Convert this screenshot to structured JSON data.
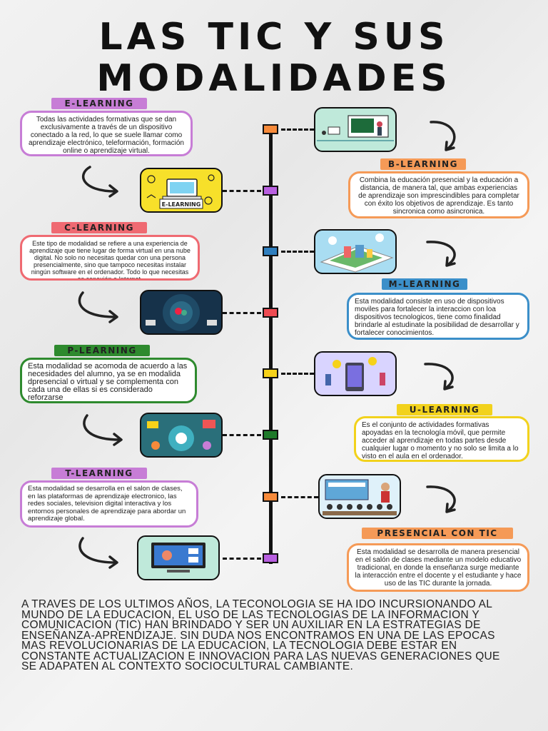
{
  "title": {
    "line1": "LAS TIC Y SUS",
    "line2": "MODALIDADES"
  },
  "sections": [
    {
      "tag": "E-LEARNING",
      "text": "Todas las actividades formativas que se dan exclusivamente a través de un dispositivo conectado a la red, lo que se suele llamar como aprendizaje electrónico, teleformación, formación online o aprendizaje virtual.",
      "image_label": "E-LEARNING"
    },
    {
      "tag": "B-LEARNING",
      "text": "Combina la educación presencial y la educación a distancia, de manera tal, que ambas experiencias de aprendizaje son imprescindibles para completar con éxito los objetivos de aprendizaje. Es tanto sincronica como asincronica."
    },
    {
      "tag": "C-LEARNING",
      "text": "Este tipo de modalidad se refiere a una experiencia de aprendizaje que tiene lugar de forma virtual en una nube digital. No solo no necesitas quedar con una persona presencialmente, sino que tampoco necesitas instalar ningún software en el ordenador. Todo lo que necesitas es conexión a Internet."
    },
    {
      "tag": "M-LEARNING",
      "text": "Esta modalidad consiste en uso de dispositivos moviles para fortalecer la interaccion con loa dispositivos tecnologicos, tiene como finalidad brindarle al estudinate la posibilidad de desarrollar y fortalecer conocimientos."
    },
    {
      "tag": "P-LEARNING",
      "text": "Esta modalidad se acomoda de acuerdo a las necesidades del alumno, ya se en modalida dpresencial o virtual y se complementa con cada una de ellas si es considerado reforzarse"
    },
    {
      "tag": "U-LEARNING",
      "text": "Es el conjunto de actividades formativas apoyadas en la tecnología móvil, que permite acceder al aprendizaje en todas partes desde cualquier lugar o momento y no solo se limita a lo visto en el aula en el ordenador."
    },
    {
      "tag": "T-LEARNING",
      "text": "Esta modalidad se desarrolla en el salon de clases, en las plataformas de aprendizaje electronico, las redes sociales, television digital interactiva y los entornos personales de aprendizaje para abordar un aprendizaje global."
    },
    {
      "tag": "PRESENCIAL CON TIC",
      "text": "Esta modalidad se desarrolla de manera presencial en el salón de clases mediante un modelo educativo tradicional, en donde la enseñanza surge mediante la interacción entre el docente y el estudiante y hace uso de las TIC durante la jornada."
    }
  ],
  "conclusion": "A TRAVES DE LOS ULTIMOS AÑOS, LA TECONOLOGIA SE HA IDO INCURSIONANDO AL MUNDO DE LA EDUCACION, EL USO DE LAS TECNOLOGIAS DE LA INFORMACION Y COMUNICACION (TIC) HAN BRINDADO Y SER UN AUXILIAR EN LA ESTRATEGIAS DE ENSEÑANZA-APRENDIZAJE. SIN DUDA NOS ENCONTRAMOS EN UNA DE LAS EPOCAS MAS REVOLUCIONARIAS DE LA EDUCACION, LA TECNOLOGIA DEBE ESTAR EN CONSTANTE ACTUALIZACION E INNOVACION PARA LAS NUEVAS GENERACIONES QUE SE ADAPATEN AL CONTEXTO SOCIOCULTURAL CAMBIANTE.",
  "colors": {
    "e": "#c77dd6",
    "b": "#f59a57",
    "c": "#ef6a72",
    "m": "#3b8fc9",
    "p": "#2e8a2e",
    "u": "#f2d21c",
    "t": "#c77dd6",
    "pres": "#f59a57",
    "node_orange": "#f78a3a",
    "node_purple": "#b85fe0",
    "node_blue": "#2f7fbf",
    "node_red": "#ee4b52",
    "node_yellow": "#f6d21a",
    "node_green": "#1f7a2a"
  }
}
